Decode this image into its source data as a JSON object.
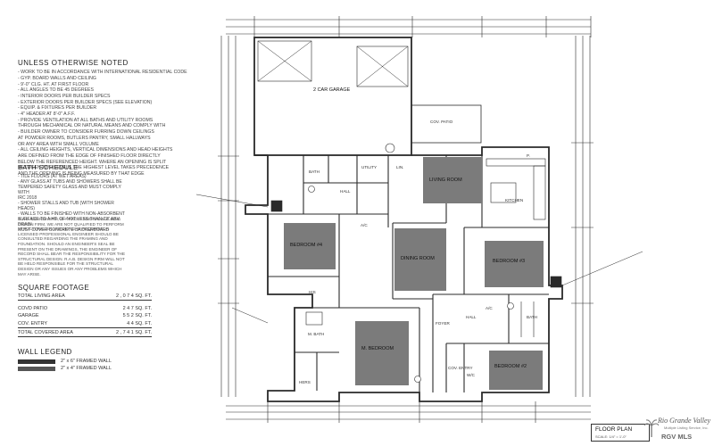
{
  "notes": {
    "title": "UNLESS OTHERWISE NOTED",
    "items": [
      "- WORK TO BE IN ACCORDANCE WITH INTERNATIONAL RESIDENTIAL CODE",
      "- GYP. BOARD WALLS AND CEILING",
      "- 9'-0\" CLG. HT. AT FIRST FLOOR",
      "- ALL ANGLES TO BE 45 DEGREES",
      "- INTERIOR DOORS PER BUILDER SPECS",
      "- EXTERIOR DOORS PER BUILDER SPECS (SEE ELEVATION)",
      "- EQUIP. & FIXTURES PER BUILDER",
      "- 4\" HEADER AT 8'-0\" A.F.F.",
      "- PROVIDE VENTILATION AT ALL BATHS AND UTILITY ROOMS",
      "  THROUGH MECHANICAL OR NATURAL MEANS AND COMPLY WITH",
      "- BUILDER OWNER TO CONSIDER FURRING DOWN CEILINGS",
      "  AT POWDER ROOMS, BUTLERS PANTRY, SMALL HALLWAYS",
      "  OR ANY AREA WITH SMALL VOLUME",
      "- ALL CEILING HEIGHTS, VERTICAL DIMENSIONS AND HEAD HEIGHTS",
      "  ARE DEFINED FROM THE EDGE OF FINISHED FLOOR DIRECTLY",
      "  BELOW THE REFERENCED HEIGHT. WHERE AN OPENING IS SPLIT",
      "  BETWEEN TWO LEVELS THE HIGHEST LEVEL TAKES PRECEDENCE",
      "  AND THE OPENING IS BEING MEASURED BY THAT EDGE"
    ]
  },
  "bath": {
    "title": "BATH SCHEDULE",
    "items": [
      "- TILE FLOORS (AT WET AREAS)",
      "- ANY GLASS AT TUBS AND SHOWERS SHALL BE",
      "  TEMPERED   SAFETY GLASS AND MUST COMPLY WITH",
      "  IRC 2018",
      "- SHOWER STALLS AND TUB (WITH SHOWER HEADS)",
      "- WALLS TO BE FINISHED WITH NON-ABSORBENT",
      "  SURFACE TO A HT. OF NOT LESS THAN 72\" ABV. DRAIN",
      "  MUST COVER   CONCRETE BACKERBOARD"
    ]
  },
  "engineering_note": "R.A.B. DESIGN FIRM, IS A PROFESSIONAL BUILDING DESIGN FIRM, WE ARE NOT QUALIFIED TO PERFORM STRUCTURAL ENGINEERING. IF REQUIRED, A LICENSED PROFESSIONAL ENGINEER SHOULD BE CONSULTED REGARDING THE FRAMING AND FOUNDATION. SHOULD AN ENGINEER'S SEAL BE PRESENT ON THE DRAWINGS, THE ENGINEER OF RECORD SHALL BEAR THE RESPONSIBILITY FOR THE STRUCTURAL DESIGN. R.A.B. DESIGN FIRM WILL NOT BE HELD RESPONSIBLE FOR THE STRUCTURAL DESIGN OR ANY ISSUES OR ANY PROBLEMS WHICH MAY ARISE.",
  "square_footage": {
    "title": "SQUARE FOOTAGE",
    "total_living_label": "TOTAL LIVING AREA",
    "total_living_value": "2 , 0 7 4   SQ. FT.",
    "rows": [
      {
        "label": "COVD PATIO",
        "value": "2 4 7   SQ. FT."
      },
      {
        "label": "GARAGE",
        "value": "5 5 2   SQ. FT."
      },
      {
        "label": "COV. ENTRY",
        "value": "4 4   SQ. FT."
      }
    ],
    "total_covered_label": "TOTAL COVERED AREA",
    "total_covered_value": "2 , 7 4 1   SQ. FT."
  },
  "wall_legend": {
    "title": "WALL LEGEND",
    "items": [
      {
        "label": "2\" x 6\" FRAMED WALL"
      },
      {
        "label": "2\" x 4\" FRAMED WALL"
      }
    ]
  },
  "rooms": {
    "garage": "2 CAR GARAGE",
    "cov_patio": "COV. PATIO",
    "bath1": "BATH",
    "utility": "UTILITY",
    "living": "LIVING ROOM",
    "kitchen": "KITCHEN",
    "dining": "DINING ROOM",
    "bedroom4": "BEDROOM #4",
    "bedroom3": "BEDROOM #3",
    "master": "M. BEDROOM",
    "bedroom2": "BEDROOM #2",
    "m_bath": "M. BATH",
    "his": "HIS",
    "hers": "HERS",
    "hall1": "HALL",
    "hall2": "HALL",
    "bath2": "BATH",
    "wic": "W/C",
    "cov_entry": "COV. ENTRY",
    "foyer": "FOYER",
    "ac1": "A/C",
    "ac2": "A/C",
    "linen": "LIN.",
    "pantry": "P."
  },
  "title_block": {
    "title": "FLOOR PLAN",
    "scale": "SCALE: 1/4\" = 1'-0\""
  },
  "logo": {
    "line1": "Rio Grande Valley",
    "line2": "Multiple Listing Service, Inc.",
    "line3": "RGV MLS"
  },
  "colors": {
    "room_fill": "#7b7b7b",
    "line": "#2a2a2a",
    "logo": "#666666"
  }
}
